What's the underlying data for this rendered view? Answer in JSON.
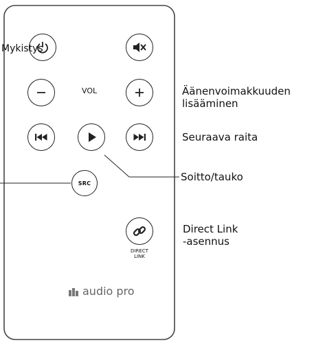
{
  "remote": {
    "vol_label": "VOL",
    "src_label": "SRC",
    "direct_link_label": [
      "DIRECT",
      "LINK"
    ],
    "brand": "audio pro"
  },
  "callouts": {
    "mute": "Mykistys",
    "volume_up": [
      "Äänenvoimakkuuden",
      "lisääminen"
    ],
    "next_track": "Seuraava raita",
    "play_pause": "Soitto/tauko",
    "direct_link": [
      "Direct Link",
      "-asennus"
    ]
  },
  "icons": {
    "power": "power-icon",
    "mute": "speaker-mute-icon",
    "minus": "minus-icon",
    "plus": "plus-icon",
    "prev": "previous-track-icon",
    "play": "play-icon",
    "next": "next-track-icon",
    "link": "chain-link-icon"
  }
}
